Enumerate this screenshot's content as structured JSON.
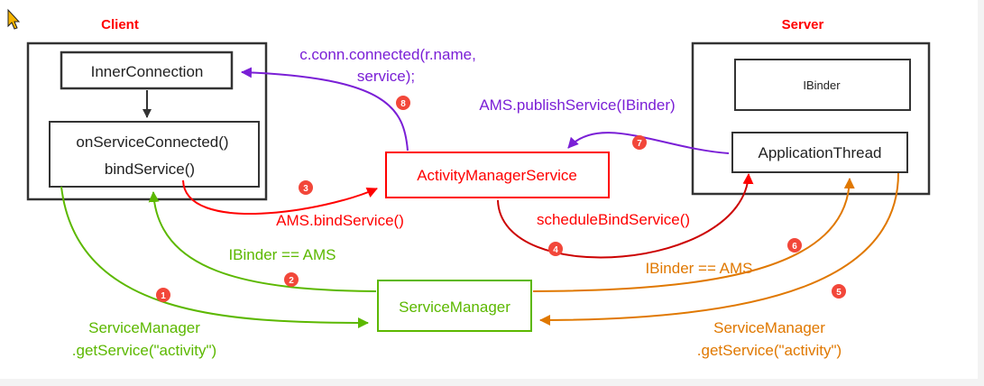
{
  "labels": {
    "client": "Client",
    "server": "Server"
  },
  "boxes": {
    "inner_connection": "InnerConnection",
    "on_service_connected": "onServiceConnected()",
    "bind_service": "bindService()",
    "ams": "ActivityManagerService",
    "service_manager": "ServiceManager",
    "ibinder": "IBinder",
    "application_thread": "ApplicationThread"
  },
  "edges": {
    "conn_connected_line1": "c.conn.connected(r.name,",
    "conn_connected_line2": "service);",
    "publish_service": "AMS.publishService(IBinder)",
    "ams_bind_service": "AMS.bindService()",
    "schedule_bind_service": "scheduleBindService()",
    "ibinder_ams_client": "IBinder == AMS",
    "ibinder_ams_server": "IBinder == AMS",
    "get_service_client_line1": "ServiceManager",
    "get_service_client_line2": ".getService(\"activity\")",
    "get_service_server_line1": "ServiceManager",
    "get_service_server_line2": ".getService(\"activity\")"
  },
  "steps": [
    "1",
    "2",
    "3",
    "4",
    "5",
    "6",
    "7",
    "8"
  ],
  "colors": {
    "red": "#ff0000",
    "green": "#5cb800",
    "purple": "#7a1fd6",
    "orange": "#e07800",
    "border": "#333333",
    "bubble": "#f2473a"
  }
}
